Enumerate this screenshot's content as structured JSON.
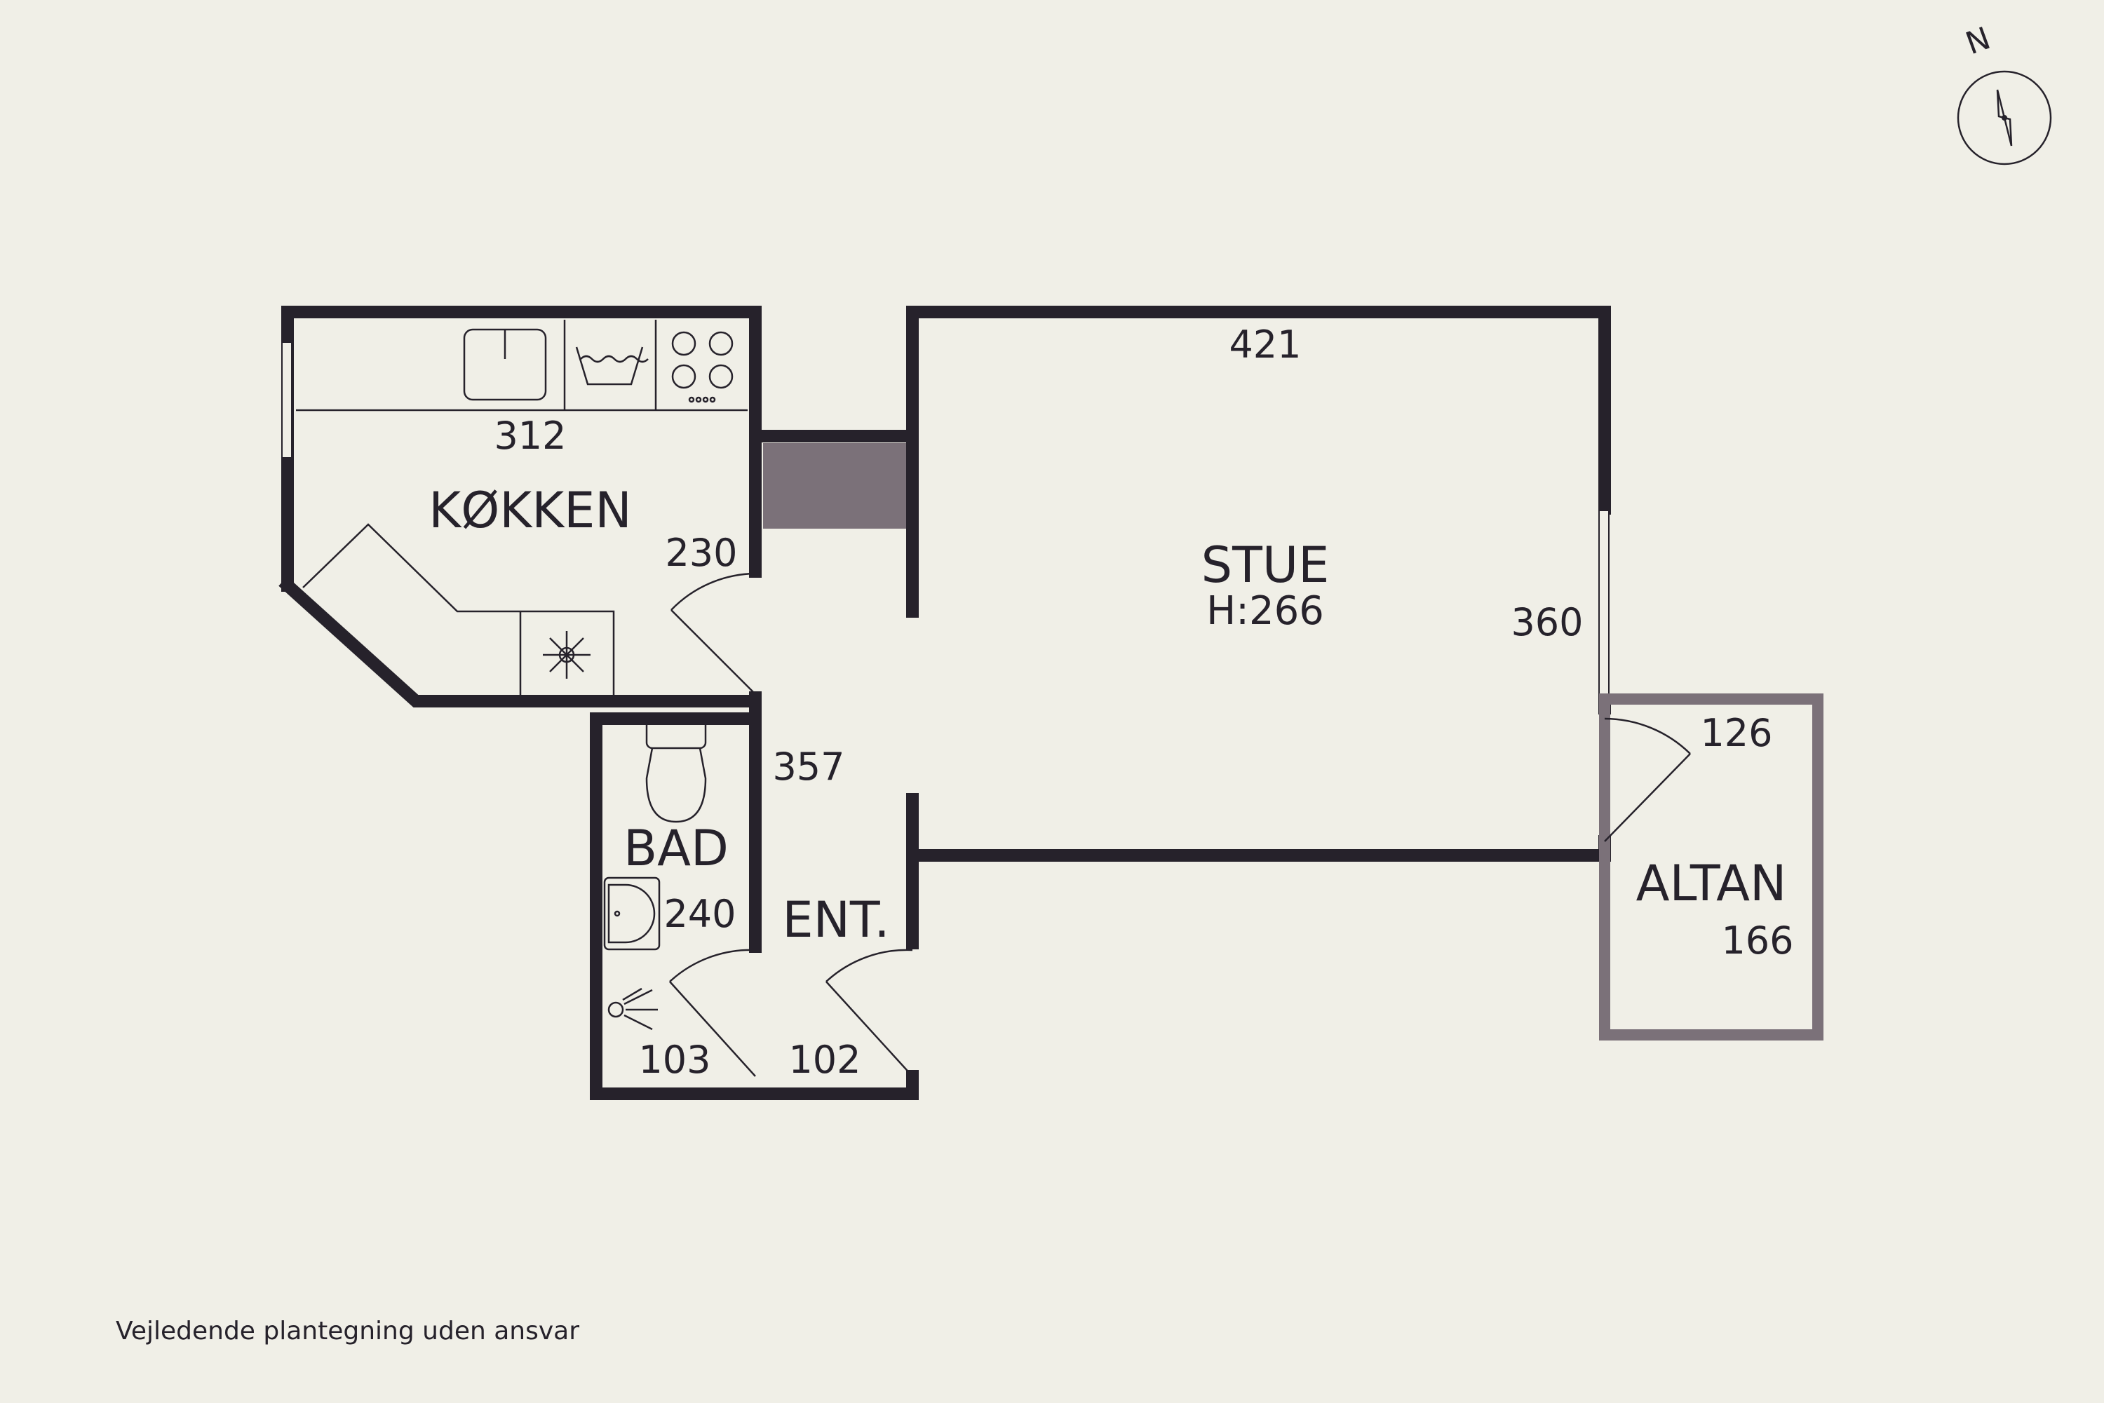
{
  "compass": {
    "north_label": "N",
    "icon": "compass-icon"
  },
  "rooms": {
    "kitchen": {
      "name": "KØKKEN",
      "dim_top": "312",
      "dim_side": "230"
    },
    "living": {
      "name": "STUE",
      "height": "H:266",
      "dim_top": "421",
      "dim_side": "360"
    },
    "hallway": {
      "dim": "357"
    },
    "bathroom": {
      "name": "BAD",
      "dim_side": "240",
      "dim_bottom": "103"
    },
    "entrance": {
      "name": "ENT.",
      "dim_bottom": "102"
    },
    "balcony": {
      "name": "ALTAN",
      "dim_top": "126",
      "dim_side": "166"
    }
  },
  "fixtures": [
    "sink-icon",
    "dishwasher-icon",
    "stove-icon",
    "freezer-icon",
    "toilet-icon",
    "washbasin-icon",
    "shower-icon"
  ],
  "colors": {
    "wall": "#26222b",
    "balcony_wall": "#7b7179",
    "background": "#f0efe7",
    "chimney": "#7b7179"
  },
  "footer": {
    "disclaimer": "Vejledende plantegning uden ansvar"
  }
}
